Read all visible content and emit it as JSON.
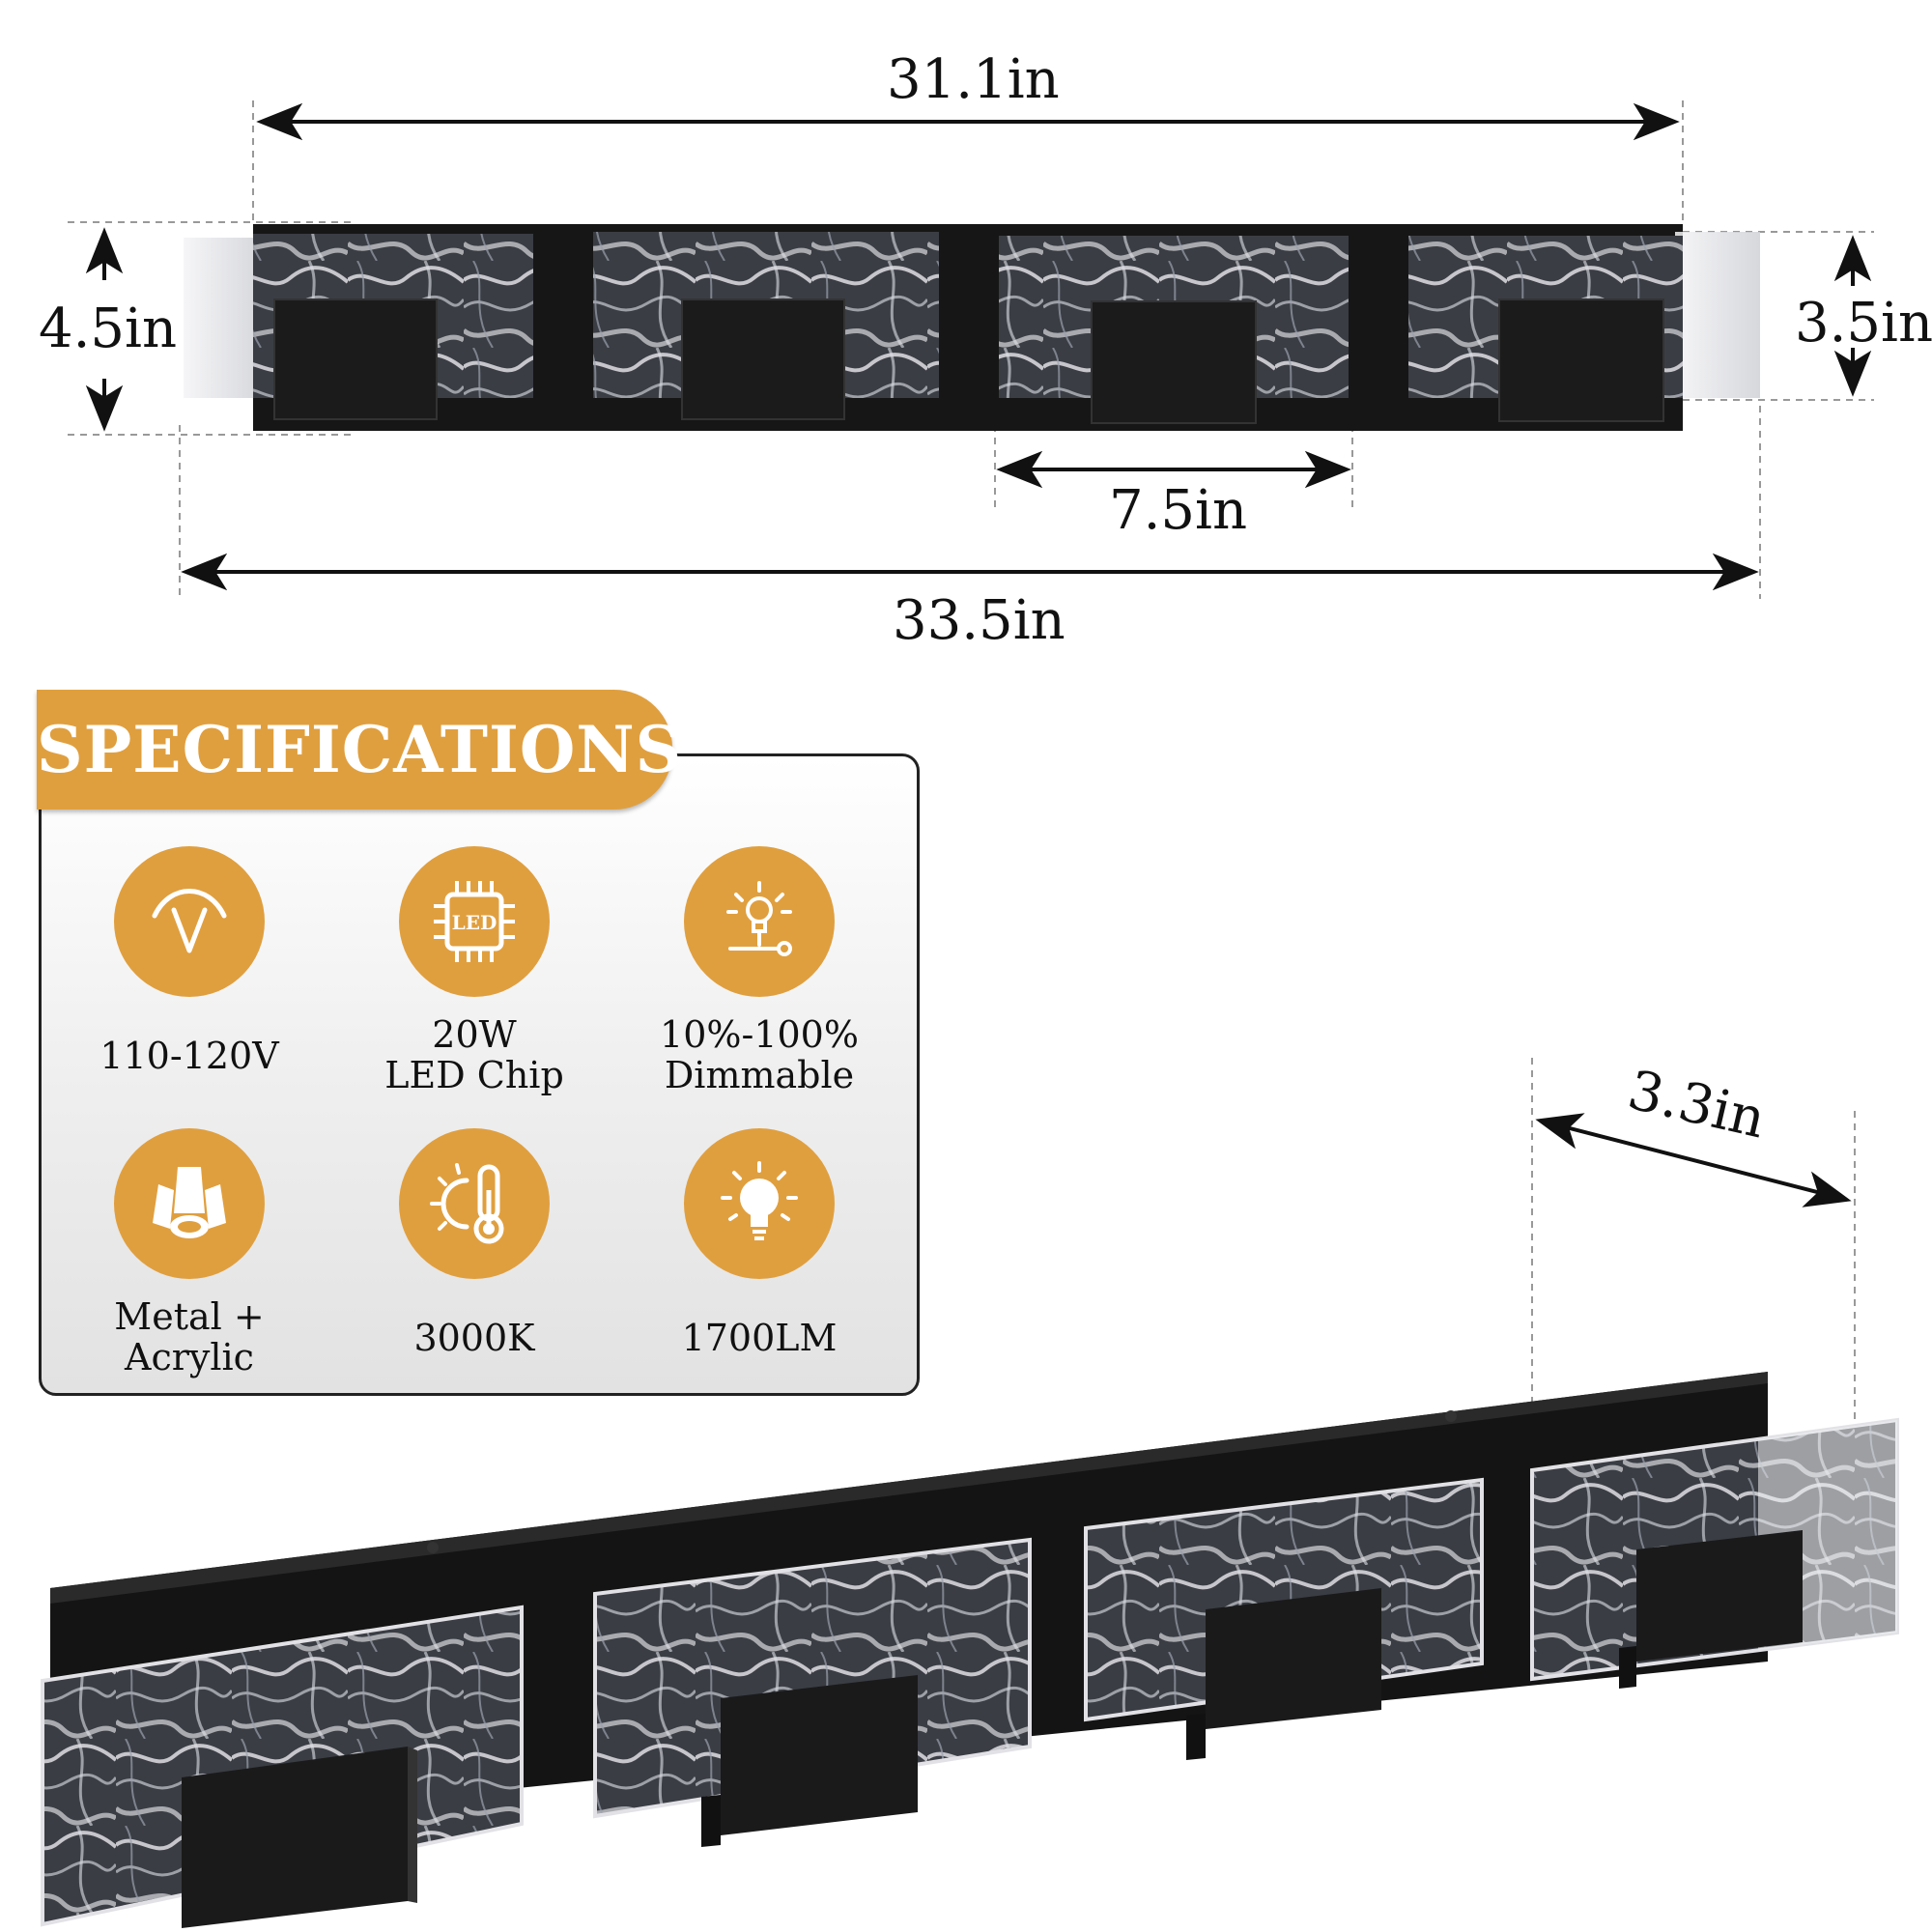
{
  "dimensions": {
    "overall_top": "31.1in",
    "height_left": "4.5in",
    "height_right": "3.5in",
    "shade_width": "7.5in",
    "overall_bottom": "33.5in",
    "depth": "3.3in"
  },
  "specs": {
    "title": "SPECIFICATIONS",
    "items": [
      {
        "icon": "voltage-icon",
        "line1": "110-120V",
        "line2": ""
      },
      {
        "icon": "led-chip-icon",
        "line1": "20W",
        "line2": "LED Chip",
        "icon_text": "LED"
      },
      {
        "icon": "dimmer-icon",
        "line1": "10%-100%",
        "line2": "Dimmable"
      },
      {
        "icon": "material-icon",
        "line1": "Metal +",
        "line2": "Acrylic"
      },
      {
        "icon": "color-temperature-icon",
        "line1": "3000K",
        "line2": ""
      },
      {
        "icon": "bulb-icon",
        "line1": "1700LM",
        "line2": ""
      }
    ]
  },
  "colors": {
    "accent": "#E09F3E",
    "fixture": "#161616"
  }
}
